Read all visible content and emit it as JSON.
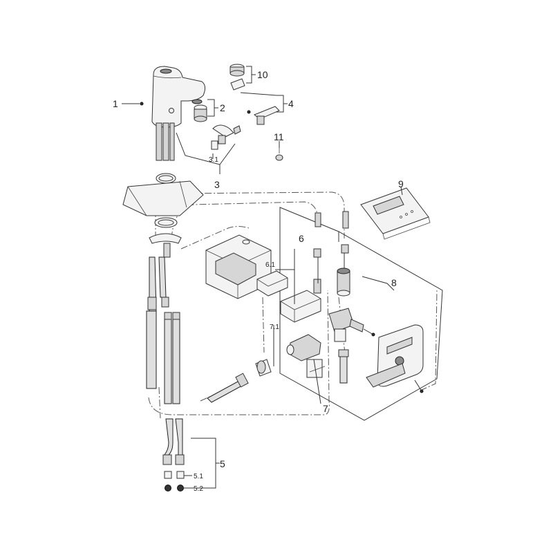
{
  "labels": {
    "l1": "1",
    "l2": "2",
    "l3": "3",
    "l3_1": "3.1",
    "l4": "4",
    "l5": "5",
    "l5_1": "5.1",
    "l5_2": "5.2",
    "l6": "6",
    "l6_1": "6.1",
    "l7": "7",
    "l7_1": "7.1",
    "l8": "8",
    "l9": "9",
    "l10": "10",
    "l11": "11"
  },
  "colors": {
    "line": "#333333",
    "part_fill": "#f3f3f3",
    "metal": "#d6d6d6",
    "dark": "#8a8a8a"
  }
}
